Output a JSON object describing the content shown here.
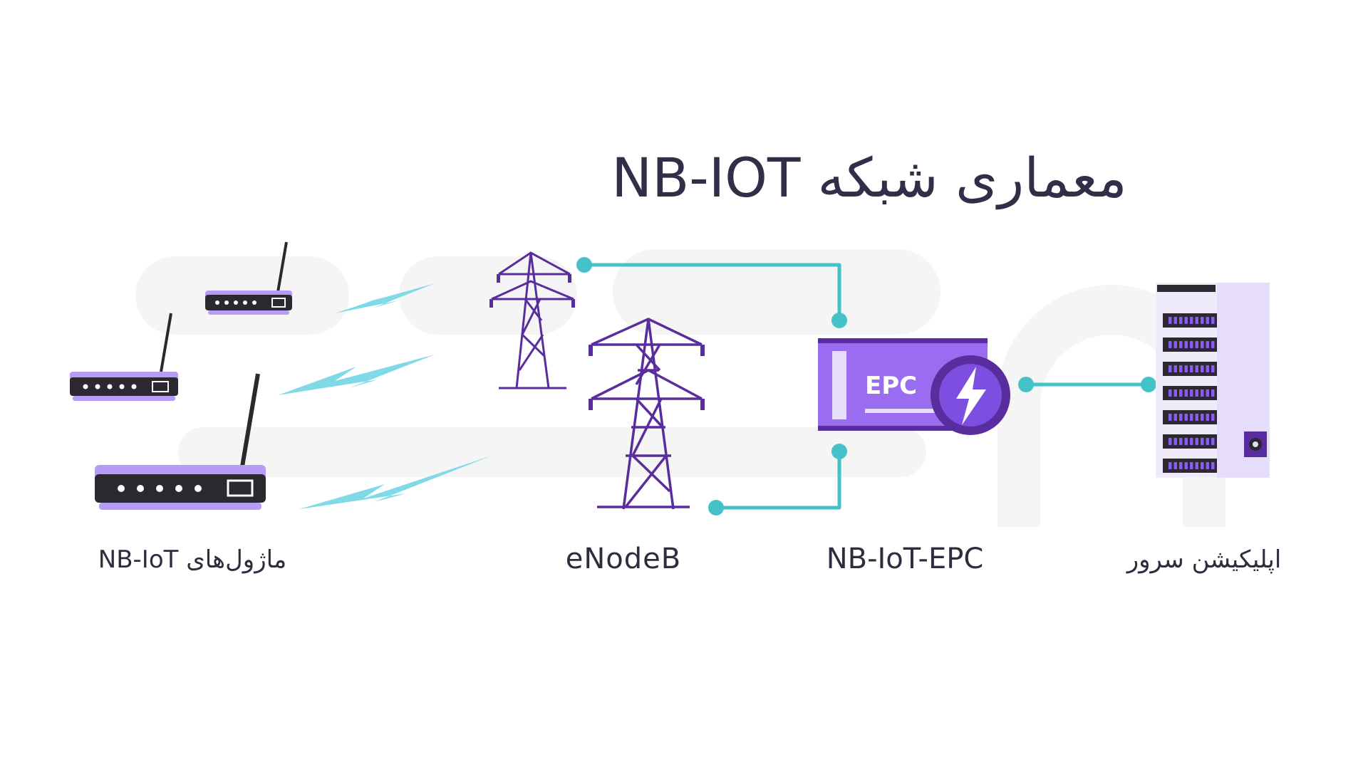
{
  "title": "معماری شبکه NB-IOT",
  "labels": {
    "modules": "ماژول‌های NB-IoT",
    "enodeb": "eNodeB",
    "epc": "NB-IoT-EPC",
    "server": "اپلیکیشن سرور"
  },
  "epc_badge": "EPC",
  "colors": {
    "purple_dark": "#4a2d86",
    "purple": "#7c4fe0",
    "purple_light": "#b79cf5",
    "lavender": "#e6dcfb",
    "teal": "#45c2c8",
    "bolt": "#7fd9e6",
    "device_dark": "#2b2830",
    "text": "#322e48"
  }
}
